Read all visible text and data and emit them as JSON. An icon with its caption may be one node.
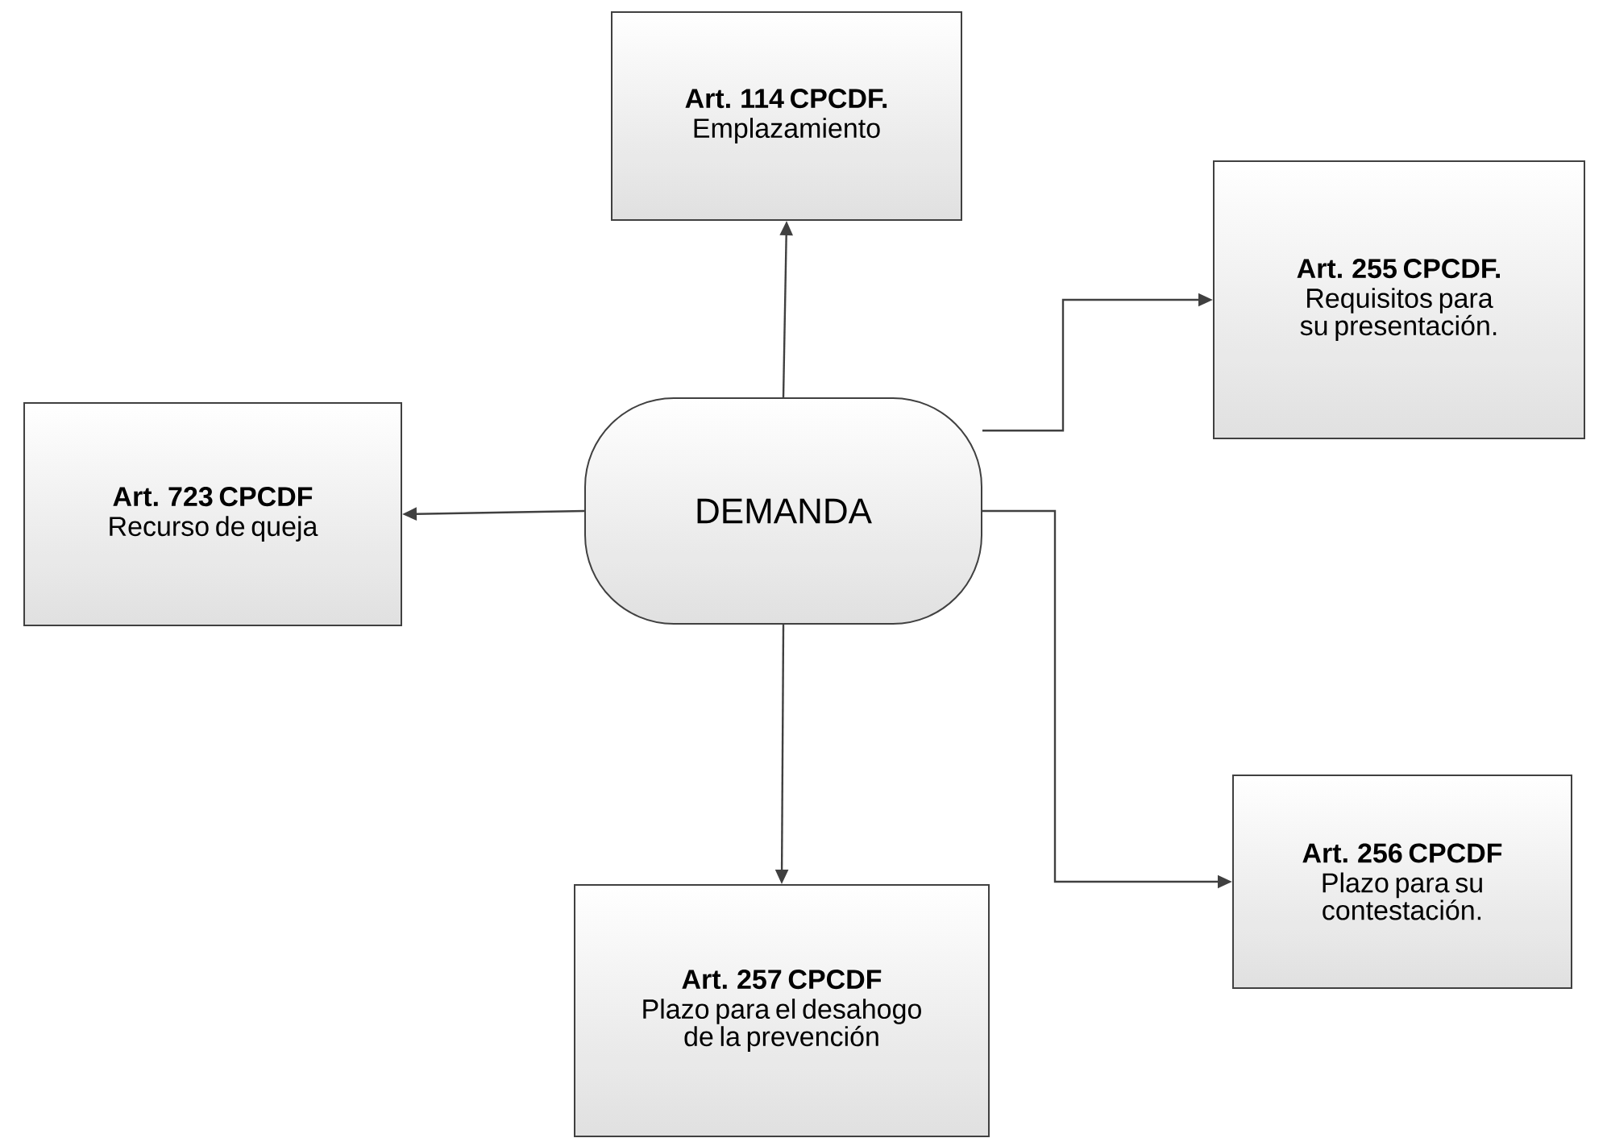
{
  "diagram": {
    "nodes": [
      {
        "text": [
          "Art. 114 CPCDF.",
          "Emplazamiento"
        ]
      },
      {
        "text": [
          "Art. 255 CPCDF.",
          "Requisitos para su presentación."
        ]
      },
      {
        "text": [
          "Art. 723 CPCDF",
          "Recurso de queja"
        ]
      },
      {
        "text": [
          "DEMANDA"
        ]
      },
      {
        "text": [
          "Art. 256 CPCDF",
          "Plazo para su contestación."
        ]
      },
      {
        "text": [
          "Art. 257 CPCDF",
          "Plazo para el desahogo de la prevención"
        ]
      }
    ],
    "edges": [
      {
        "from": 3,
        "to": 0,
        "arrow": "to"
      },
      {
        "from": 3,
        "to": 1,
        "arrow": "to"
      },
      {
        "from": 3,
        "to": 2,
        "arrow": "to"
      },
      {
        "from": 3,
        "to": 4,
        "arrow": "to"
      },
      {
        "from": 3,
        "to": 5,
        "arrow": "to"
      }
    ]
  }
}
